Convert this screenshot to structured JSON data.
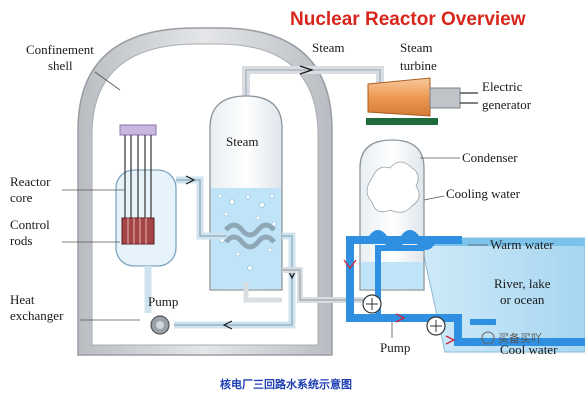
{
  "title": "Nuclear Reactor Overview",
  "labels": {
    "confinement_shell": [
      "Confinement",
      "shell"
    ],
    "steam_top": "Steam",
    "steam_turbine": [
      "Steam",
      "turbine"
    ],
    "electric_generator": [
      "Electric",
      "generator"
    ],
    "steam_vessel": "Steam",
    "condenser": "Condenser",
    "cooling_water": "Cooling water",
    "reactor_core": [
      "Reactor",
      "core"
    ],
    "control_rods": [
      "Control",
      "rods"
    ],
    "warm_water": "Warm water",
    "river": [
      "River, lake",
      "or ocean"
    ],
    "heat_exchanger": [
      "Heat",
      "exchanger"
    ],
    "pump_inner": "Pump",
    "pump_outer": "Pump",
    "cool_water": "Cool water"
  },
  "watermark": "买备买吖",
  "caption": "核电厂三回路水系统示意图",
  "colors": {
    "title": "#d9261c",
    "pipe_blue": "#2f8fe0",
    "shell_gray": "#cfd2d6",
    "turbine_orange": "#f0a060",
    "water_light": "#bfe3f7",
    "caption_blue": "#1f3fb5",
    "flow_red": "#d0223a"
  }
}
